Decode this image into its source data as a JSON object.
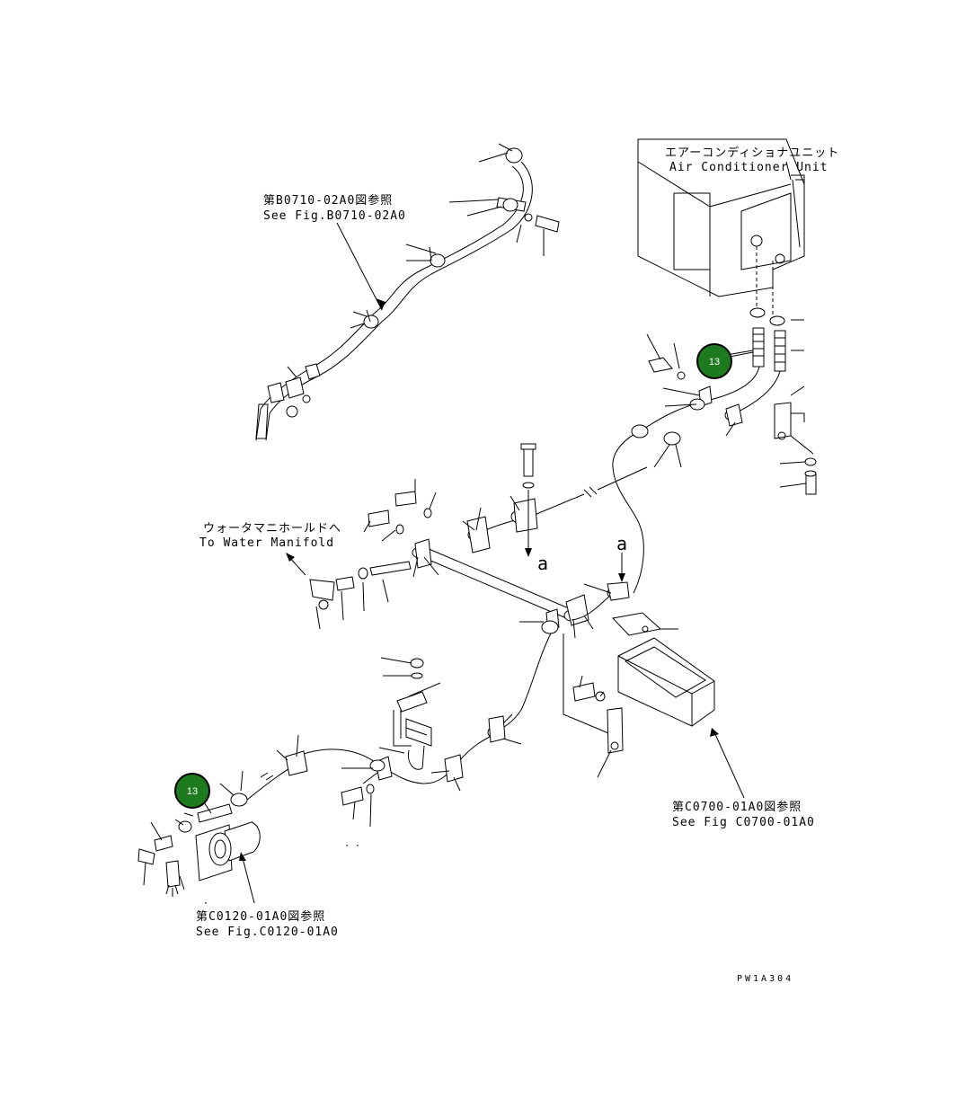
{
  "callouts": {
    "see_b0710": {
      "jp": "第B0710-02A0図参照",
      "en": "See Fig.B0710-02A0"
    },
    "air_conditioner": {
      "jp": "エアーコンディショナユニット",
      "en": "Air Conditioner Unit"
    },
    "water_manifold": {
      "jp": "ウォータマニホールドへ",
      "en": "To Water Manifold"
    },
    "see_c0700": {
      "jp": "第C0700-01A0図参照",
      "en": "See Fig C0700-01A0"
    },
    "see_c0120": {
      "jp": "第C0120-01A0図参照",
      "en": "See Fig.C0120-01A0"
    }
  },
  "letters": {
    "a_left": "a",
    "a_right": "a"
  },
  "badges": [
    {
      "number": "13",
      "color": "#1e7a1e"
    },
    {
      "number": "13",
      "color": "#1e7a1e"
    }
  ],
  "drawing_code": "PW1A304"
}
